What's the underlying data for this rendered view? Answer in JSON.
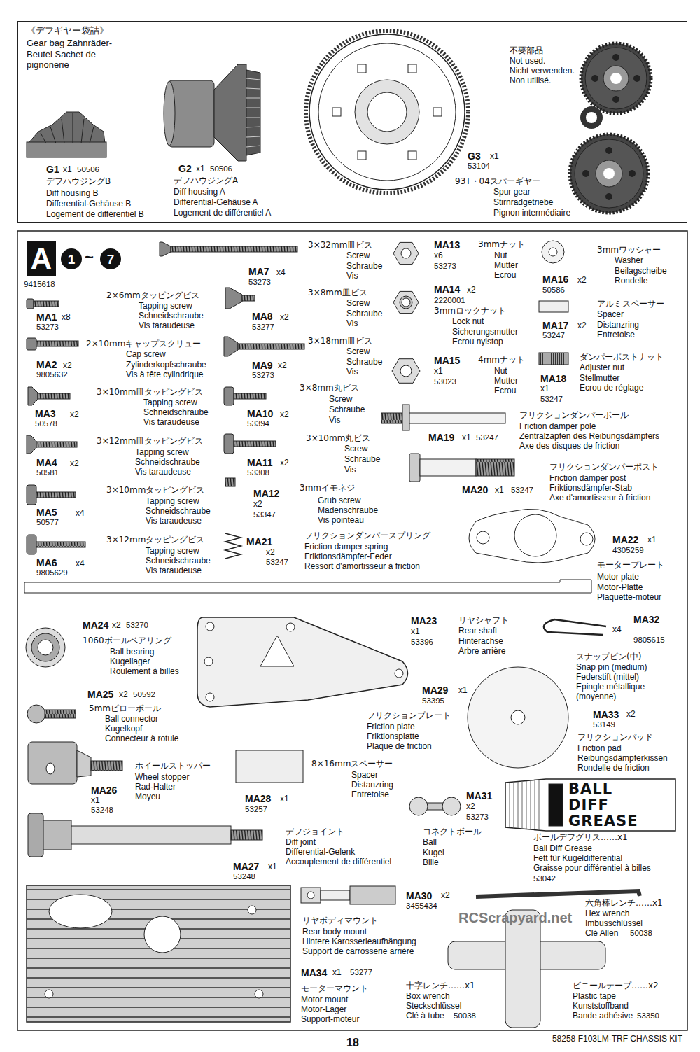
{
  "diagram": {
    "nodes": [
      {
        "text": [
          "《デフギヤー袋詰》",
          "Gear bag Zahnräder-Beutel Sachet de pignonerie"
        ]
      },
      {
        "text": [
          "A"
        ]
      },
      {
        "text": [
          "1"
        ]
      },
      {
        "text": [
          "7"
        ]
      }
    ],
    "labels": [
      "G1",
      "x1",
      "50506",
      "デフハウジングB",
      "Diff housing B",
      "Differential-Gehäuse B",
      "Logement de différentiel B",
      "G2",
      "x1",
      "50506",
      "デフハウジングA",
      "Diff housing A",
      "Differential-Gehäuse A",
      "Logement de différentiel A",
      "G3",
      "x1",
      "53104",
      "93T・04スパーギヤー",
      "Spur gear",
      "Stirnradgetriebe",
      "Pignon intermédiaire",
      "不要部品",
      "Not used.",
      "Nicht verwenden.",
      "Non utilisé.",
      "9415618",
      "~",
      "3×32mm皿ビス",
      "Screw",
      "Schraube",
      "Vis",
      "MA7",
      "x4",
      "53273",
      "2×6mmタッピングビス",
      "Tapping screw",
      "Schneidschraube",
      "Vis taraudeuse",
      "MA1",
      "x8",
      "53273",
      "3×8mm皿ビス",
      "Screw",
      "Schraube",
      "Vis",
      "MA8",
      "x2",
      "53277",
      "2×10mmキャップスクリュー",
      "Cap screw",
      "Zylinderkopfschraube",
      "Vis à tête cylindrique",
      "MA2",
      "x2",
      "9805632",
      "3×18mm皿ビス",
      "Screw",
      "Schraube",
      "Vis",
      "MA9",
      "x2",
      "53273",
      "3×10mm皿タッピングビス",
      "Tapping screw",
      "Schneidschraube",
      "Vis taraudeuse",
      "MA3",
      "x2",
      "50578",
      "3×8mm丸ビス",
      "Screw",
      "Schraube",
      "Vis",
      "MA10",
      "x2",
      "53394",
      "3×12mm皿タッピングビス",
      "Tapping screw",
      "Schneidschraube",
      "Vis taraudeuse",
      "MA4",
      "x2",
      "50581",
      "3×10mm丸ビス",
      "Screw",
      "Schraube",
      "Vis",
      "MA11",
      "x2",
      "53308",
      "3×10mmタッピングビス",
      "Tapping screw",
      "Schneidschraube",
      "Vis taraudeuse",
      "MA5",
      "x4",
      "50577",
      "MA12",
      "x2",
      "53347",
      "3mmイモネジ",
      "Grub screw",
      "Madenschraube",
      "Vis pointeau",
      "3×12mmタッピングビス",
      "Tapping screw",
      "Schneidschraube",
      "Vis taraudeuse",
      "MA6",
      "x4",
      "9805629",
      "MA21",
      "x2",
      "53247",
      "フリクションダンパースプリング",
      "Friction damper spring",
      "Friktionsdämpfer-Feder",
      "Ressort d'amortisseur à friction",
      "MA13",
      "3mmナット",
      "x6",
      "53273",
      "Nut",
      "Mutter",
      "Ecrou",
      "MA14",
      "x2",
      "2220001",
      "3mmロックナット",
      "Lock nut",
      "Sicherungsmutter",
      "Ecrou nylstop",
      "MA15",
      "4mmナット",
      "x1",
      "53023",
      "Nut",
      "Mutter",
      "Ecrou",
      "3mmワッシャー",
      "Washer",
      "Beilagscheibe",
      "Rondelle",
      "MA16",
      "x2",
      "50586",
      "アルミスペーサー",
      "Spacer",
      "Distanzring",
      "Entretoise",
      "MA17",
      "x2",
      "53247",
      "ダンパーポストナット",
      "Adjuster nut",
      "Stellmutter",
      "Ecrou de réglage",
      "MA18",
      "x1",
      "53247",
      "フリクションダンパーポール",
      "Friction damper pole",
      "Zentralzapfen des Reibungsdämpfers",
      "Axe des disques de friction",
      "MA19",
      "x1",
      "53247",
      "フリクションダンパーポスト",
      "Friction damper post",
      "Friktionsdämpfer-Stab",
      "Axe d'amortisseur à friction",
      "MA20",
      "x1",
      "53247",
      "MA22",
      "x1",
      "4305259",
      "モータープレート",
      "Motor plate",
      "Motor-Platte",
      "Plaquette-moteur",
      "MA24",
      "x2",
      "53270",
      "1060ボールベアリング",
      "Ball bearing",
      "Kugellager",
      "Roulement à billes",
      "MA25",
      "x2",
      "50592",
      "5mmピローボール",
      "Ball connector",
      "Kugelkopf",
      "Connecteur à rotule",
      "ホイールストッパー",
      "Wheel stopper",
      "Rad-Halter",
      "Moyeu",
      "MA26",
      "x1",
      "53248",
      "MA28",
      "x1",
      "53257",
      "8×16mmスペーサー",
      "Spacer",
      "Distanzring",
      "Entretoise",
      "MA23",
      "x1",
      "53396",
      "リヤシャフト",
      "Rear shaft",
      "Hinterachse",
      "Arbre arrière",
      "MA29",
      "x1",
      "53395",
      "フリクションプレート",
      "Friction plate",
      "Friktionsplatte",
      "Plaque de friction",
      "MA32",
      "x4",
      "9805615",
      "スナップピン(中)",
      "Snap pin (medium)",
      "Federstift (mittel)",
      "Epingle métallique",
      "(moyenne)",
      "MA33",
      "x2",
      "53149",
      "フリクションパッド",
      "Friction pad",
      "Reibungsdämpferkissen",
      "Rondelle de friction",
      "MA31",
      "x2",
      "53273",
      "コネクトボール",
      "Ball",
      "Kugel",
      "Bille",
      "BALL",
      "DIFF",
      "GREASE",
      "ボールデフグリス……x1",
      "Ball Diff Grease",
      "Fett für Kugeldifferential",
      "Graisse pour différentiel à billes",
      "53042",
      "デフジョイント",
      "Diff joint",
      "Differential-Gelenk",
      "Accouplement de différentiel",
      "MA27",
      "x1",
      "53248",
      "MA30",
      "x2",
      "3455434",
      "リヤボディマウント",
      "Rear body mount",
      "Hintere Karosserieaufhängung",
      "Support de carrosserie arrière",
      "六角棒レンチ……x1",
      "Hex wrench",
      "Imbusschlüssel",
      "Clé Allen",
      "50038",
      "MA34",
      "x1",
      "53277",
      "モーターマウント",
      "Motor mount",
      "Motor-Lager",
      "Support-moteur",
      "十字レンチ……x1",
      "Box wrench",
      "Steckschlüssel",
      "Clé à tube",
      "50038",
      "ビニールテープ……x2",
      "Plastic tape",
      "Kunststoffband",
      "Bande adhésive",
      "53350",
      "RCScrapyard.net",
      "18",
      "58258 F103LM-TRF CHASSIS KIT"
    ]
  }
}
